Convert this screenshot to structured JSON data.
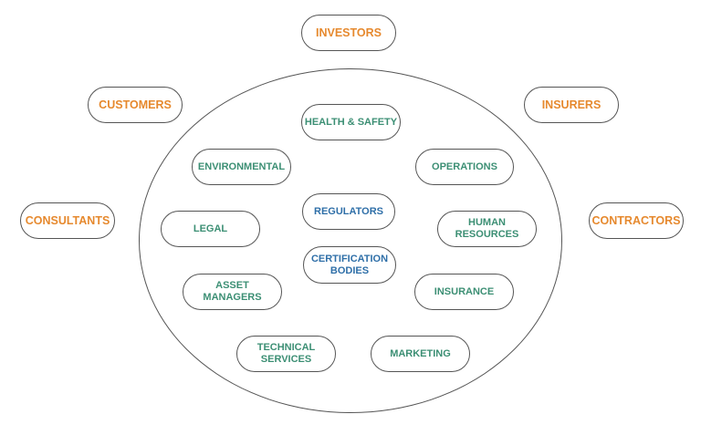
{
  "colors": {
    "outer_text": "#e6892e",
    "inner_text": "#3c8f74",
    "core_text": "#2f6fa8",
    "outline": "#555555"
  },
  "outer": {
    "investors": "INVESTORS",
    "customers": "CUSTOMERS",
    "insurers": "INSURERS",
    "consultants": "CONSULTANTS",
    "contractors": "CONTRACTORS"
  },
  "inner": {
    "health_safety": "HEALTH & SAFETY",
    "environmental": "ENVIRONMENTAL",
    "operations": "OPERATIONS",
    "legal": "LEGAL",
    "human_resources": "HUMAN\nRESOURCES",
    "asset_managers": "ASSET\nMANAGERS",
    "insurance": "INSURANCE",
    "technical_services": "TECHNICAL\nSERVICES",
    "marketing": "MARKETING"
  },
  "core": {
    "regulators": "REGULATORS",
    "certification_bodies": "CERTIFICATION\nBODIES"
  }
}
